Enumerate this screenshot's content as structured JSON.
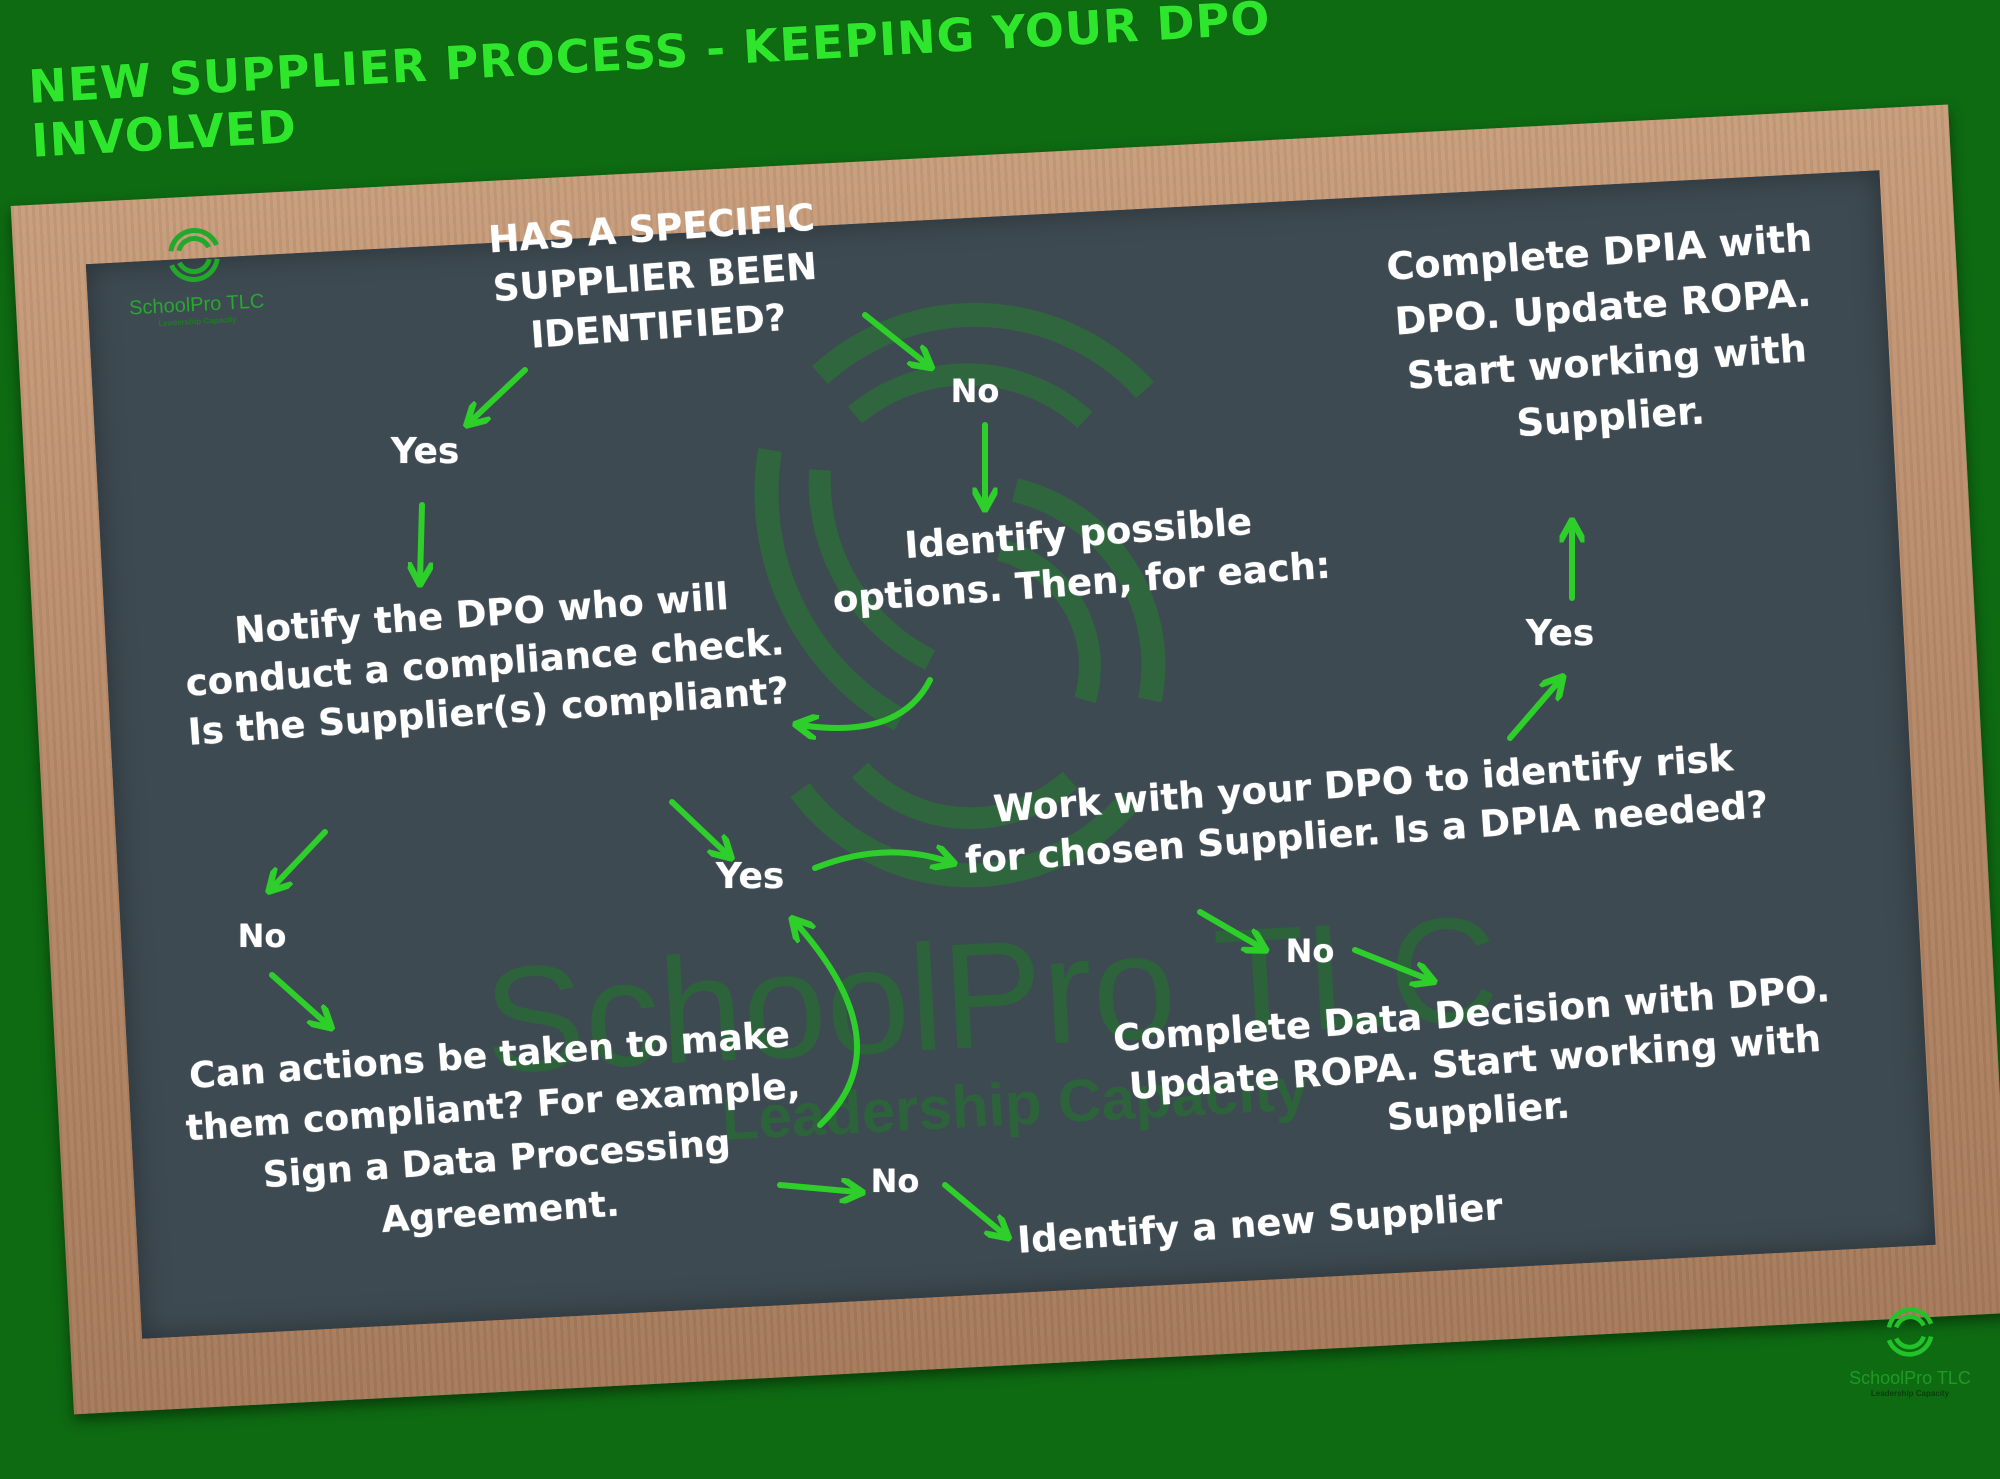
{
  "title": "NEW SUPPLIER PROCESS - KEEPING YOUR DPO INVOLVED",
  "colors": {
    "background": "#0e6b12",
    "board": "#3e4a52",
    "frame": "#b48766",
    "arrow": "#2ecf2a",
    "title": "#2ee62b",
    "chalk": "#ffffff"
  },
  "brand": {
    "name": "SchoolPro TLC",
    "tagline": "Leadership Capacity"
  },
  "nodes": {
    "question_supplier": "HAS A SPECIFIC SUPPLIER BEEN IDENTIFIED?",
    "yes_1": "Yes",
    "no_1": "No",
    "notify_dpo": "Notify the DPO who will conduct a compliance check. Is the Supplier(s) compliant?",
    "identify_options": "Identify possible options. Then, for each:",
    "no_2": "No",
    "yes_2": "Yes",
    "can_actions": "Can actions be taken to make them compliant? For example, Sign a Data Processing Agreement.",
    "no_3": "No",
    "identify_new": "Identify a new Supplier",
    "work_with_dpo": "Work with your DPO to identify risk for chosen Supplier. Is a DPIA needed?",
    "yes_3": "Yes",
    "no_4": "No",
    "complete_dpia": "Complete DPIA with DPO. Update ROPA. Start working with Supplier.",
    "complete_data_decision": "Complete Data Decision with DPO. Update ROPA. Start working with Supplier."
  },
  "edges": [
    {
      "from": "question_supplier",
      "to": "yes_1"
    },
    {
      "from": "question_supplier",
      "to": "no_1"
    },
    {
      "from": "yes_1",
      "to": "notify_dpo"
    },
    {
      "from": "no_1",
      "to": "identify_options"
    },
    {
      "from": "identify_options",
      "to": "notify_dpo"
    },
    {
      "from": "notify_dpo",
      "to": "no_2"
    },
    {
      "from": "notify_dpo",
      "to": "yes_2"
    },
    {
      "from": "no_2",
      "to": "can_actions"
    },
    {
      "from": "can_actions",
      "to": "yes_2"
    },
    {
      "from": "can_actions",
      "to": "no_3"
    },
    {
      "from": "no_3",
      "to": "identify_new"
    },
    {
      "from": "yes_2",
      "to": "work_with_dpo"
    },
    {
      "from": "work_with_dpo",
      "to": "yes_3"
    },
    {
      "from": "yes_3",
      "to": "complete_dpia"
    },
    {
      "from": "work_with_dpo",
      "to": "no_4"
    },
    {
      "from": "no_4",
      "to": "complete_data_decision"
    }
  ]
}
